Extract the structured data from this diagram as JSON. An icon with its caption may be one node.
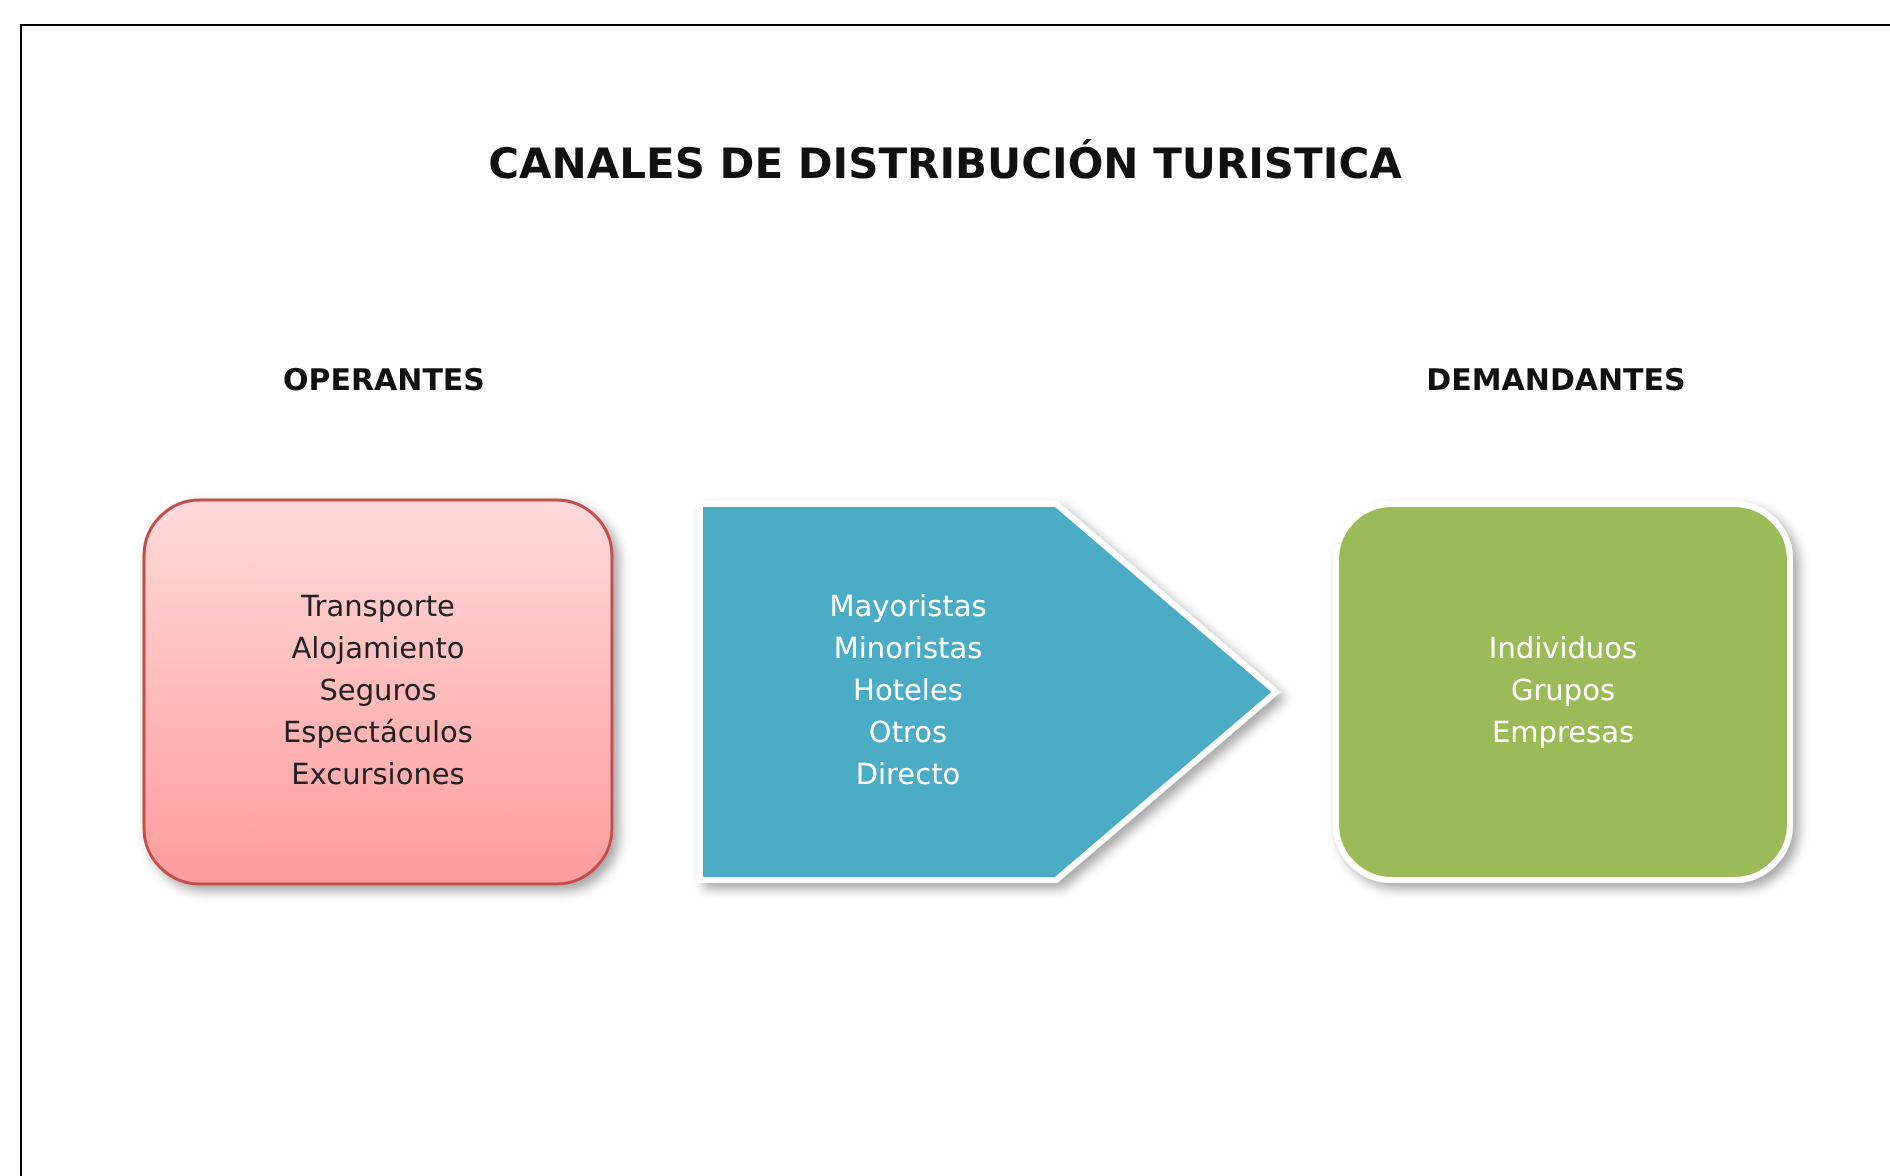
{
  "diagram": {
    "title": "CANALES DE DISTRIBUCIÓN TURISTICA",
    "nodes": [
      {
        "text": [
          "Transporte",
          "Alojamiento",
          "Seguros",
          "Espectáculos",
          "Excursiones"
        ]
      },
      {
        "text": [
          "Mayoristas",
          "Minoristas",
          "Hoteles",
          "Otros",
          "Directo"
        ]
      },
      {
        "text": [
          "Individuos",
          "Grupos",
          "Empresas"
        ]
      }
    ],
    "labels": [
      "OPERANTES",
      "DEMANDANTES"
    ]
  }
}
